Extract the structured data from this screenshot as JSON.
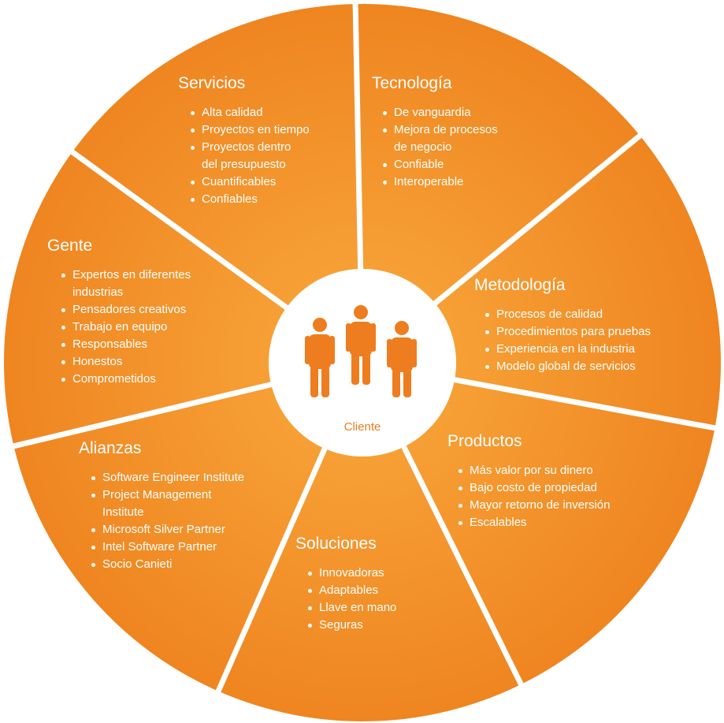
{
  "colors": {
    "wheel_fill_light": "#f7a035",
    "wheel_fill_dark": "#ee7f1e",
    "separator": "#ffffff",
    "center_fill": "#ffffff",
    "accent": "#f0851e"
  },
  "center": {
    "label": "Cliente",
    "icon": "people-group-icon"
  },
  "segments": [
    {
      "key": "servicios",
      "title": "Servicios",
      "items": [
        "Alta calidad",
        "Proyectos en tiempo",
        "Proyectos dentro",
        "del presupuesto",
        "Cuantificables",
        "Confiables"
      ]
    },
    {
      "key": "tecnologia",
      "title": "Tecnología",
      "items": [
        "De vanguardia",
        "Mejora de procesos",
        "de negocio",
        "Confiable",
        "Interoperable"
      ]
    },
    {
      "key": "metodologia",
      "title": "Metodología",
      "items": [
        "Procesos de calidad",
        "Procedimientos para pruebas",
        "Experiencia en la industria",
        "Modelo global de servicios"
      ]
    },
    {
      "key": "productos",
      "title": "Productos",
      "items": [
        "Más valor por su dinero",
        "Bajo costo de propiedad",
        "Mayor retorno de inversión",
        "Escalables"
      ]
    },
    {
      "key": "soluciones",
      "title": "Soluciones",
      "items": [
        "Innovadoras",
        "Adaptables",
        "Llave en mano",
        "Seguras"
      ]
    },
    {
      "key": "alianzas",
      "title": "Alianzas",
      "items": [
        "Software Engineer Institute",
        "Project Management",
        "Institute",
        "Microsoft Silver Partner",
        "Intel Software Partner",
        "Socio Canieti"
      ]
    },
    {
      "key": "gente",
      "title": "Gente",
      "items": [
        "Expertos en diferentes",
        "industrias",
        "Pensadores creativos",
        "Trabajo en equipo",
        "Responsables",
        "Honestos",
        "Comprometidos"
      ]
    }
  ]
}
